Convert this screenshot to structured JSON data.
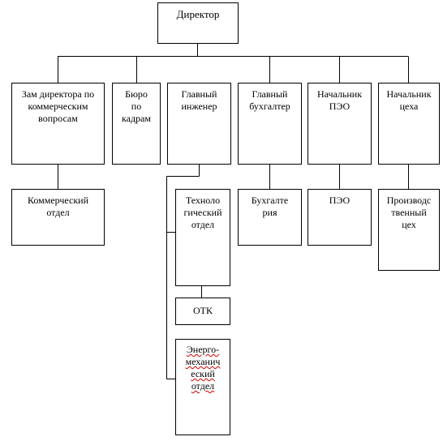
{
  "director": "Директор",
  "level1": [
    {
      "label": "Зам директора по\nкоммерческим\nвопросам"
    },
    {
      "label": "Бюро\nпо\nкадрам"
    },
    {
      "label": "Главный\nинженер"
    },
    {
      "label": "Главный\nбухгалтер"
    },
    {
      "label": "Начальник\nПЭО"
    },
    {
      "label": "Начальник\nцеха"
    }
  ],
  "level2": {
    "commercial_dept": "Коммерческий\nотдел",
    "tech_dept": "Техноло\nгический\nотдел",
    "otk": "ОТК",
    "energy_dept": "Энерго-\nмеханич\nеский\nотдел",
    "accounting": "Бухгалте\nрия",
    "peo": "ПЭО",
    "production": "Производс\nтвенный\nцех"
  },
  "colors": {
    "line": "#000000",
    "spellcheck_underline": "#d00000"
  }
}
